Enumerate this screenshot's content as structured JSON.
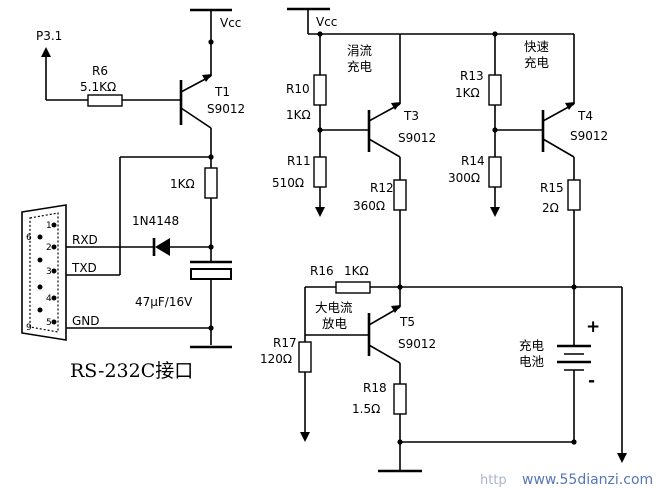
{
  "labels": {
    "p31": "P3.1",
    "vcc_left": "Vcc",
    "vcc_right": "Vcc",
    "r6_name": "R6",
    "r6_value": "5.1KΩ",
    "t1_name": "T1",
    "t1_type": "S9012",
    "r_1k_left": "1KΩ",
    "diode": "1N4148",
    "cap": "47μF/16V",
    "rxd": "RXD",
    "txd": "TXD",
    "gnd": "GND",
    "rs232": "RS-232C接口",
    "trickle_line1": "涓流",
    "trickle_line2": "充电",
    "r10_name": "R10",
    "r10_value": "1KΩ",
    "t3_name": "T3",
    "t3_type": "S9012",
    "r11_name": "R11",
    "r11_value": "510Ω",
    "r12_name": "R12",
    "r12_value": "360Ω",
    "fast_line1": "快速",
    "fast_line2": "充电",
    "r13_name": "R13",
    "r13_value": "1KΩ",
    "t4_name": "T4",
    "t4_type": "S9012",
    "r14_name": "R14",
    "r14_value": "300Ω",
    "r15_name": "R15",
    "r15_value": "2Ω",
    "r16_name": "R16",
    "r16_value": "1KΩ",
    "discharge_line1": "大电流",
    "discharge_line2": "放电",
    "t5_name": "T5",
    "t5_type": "S9012",
    "r17_name": "R17",
    "r17_value": "120Ω",
    "r18_name": "R18",
    "r18_value": "1.5Ω",
    "battery_line1": "充电",
    "battery_line2": "电池",
    "plus": "+",
    "minus": "-",
    "watermark": "www.55dianzi.com",
    "watermark_faint": "http"
  },
  "db9_pins": [
    "1",
    "6",
    "2",
    "3",
    "4",
    "5",
    "9"
  ]
}
